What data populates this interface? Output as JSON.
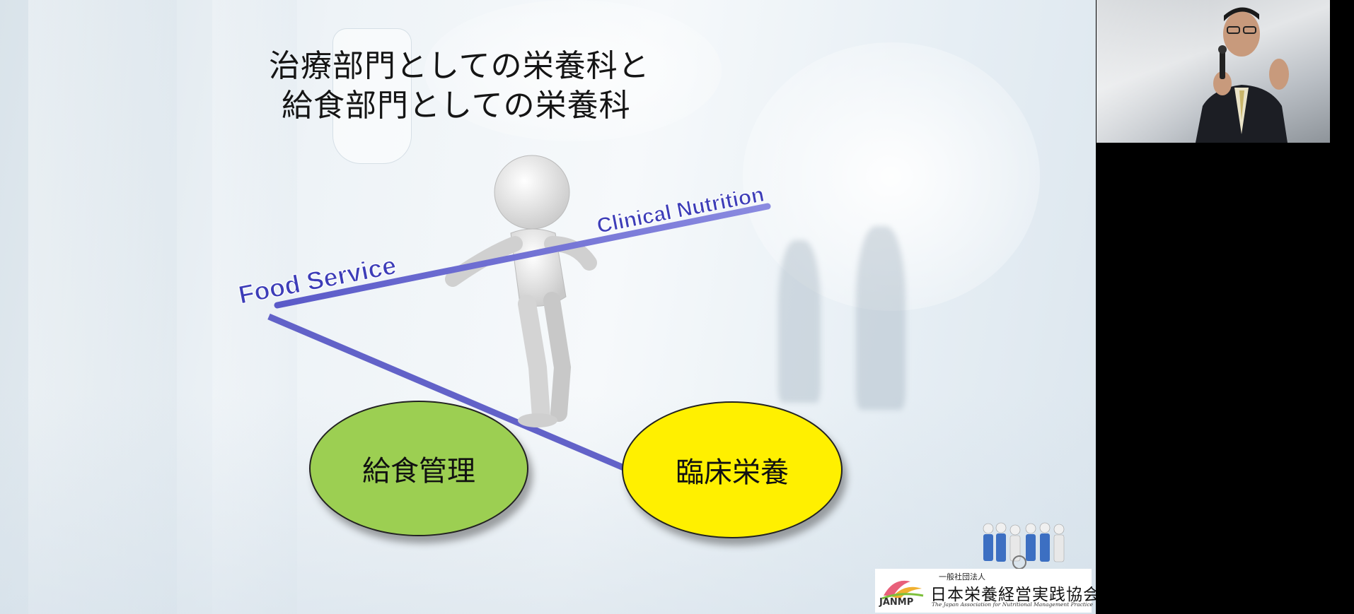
{
  "slide": {
    "title_lines": [
      "治療部門としての栄養科と",
      "給食部門としての栄養科"
    ],
    "diagram": {
      "food_service_label": "Food Service",
      "clinical_nutrition_label": "Clinical Nutrition",
      "left_circle": {
        "label": "給食管理",
        "color": "#9ccf52"
      },
      "right_circle": {
        "label": "臨床栄養",
        "color": "#fff000"
      },
      "beam_color": "#6f6fd0"
    },
    "logo": {
      "abbr": "JANMP",
      "small_text": "一般社団法人",
      "org_name_ja": "日本栄養経営実践協会",
      "org_name_en": "The Japan Association for Nutritional Management Practice"
    }
  },
  "video": {
    "background": "#000000"
  }
}
